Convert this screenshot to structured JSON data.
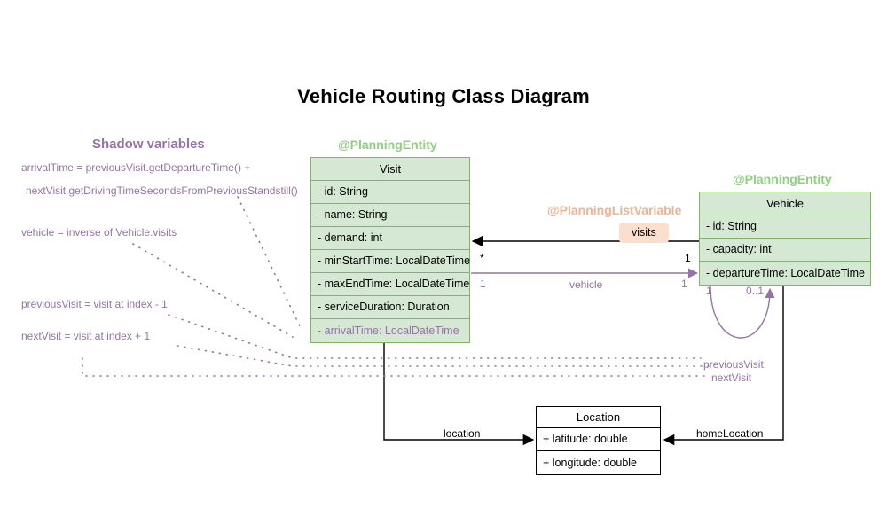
{
  "title": "Vehicle Routing Class Diagram",
  "colors": {
    "entity_fill": "#d5e8d4",
    "entity_border": "#82b366",
    "stereotype_green": "#8fcf7f",
    "stereotype_orange": "#f0b293",
    "shadow_purple": "#9673a6",
    "badge_fill": "#fae0cc",
    "plain_border": "#000000"
  },
  "shadow_section": {
    "heading": "Shadow variables",
    "notes": [
      "arrivalTime = previousVisit.getDepartureTime() +",
      "nextVisit.getDrivingTimeSecondsFromPreviousStandstill()",
      "vehicle = inverse of Vehicle.visits",
      "previousVisit = visit at index - 1",
      "nextVisit = visit at index + 1"
    ]
  },
  "classes": {
    "visit": {
      "stereotype": "@PlanningEntity",
      "name": "Visit",
      "attributes": [
        {
          "text": "- id: String",
          "shadow": false
        },
        {
          "text": "- name: String",
          "shadow": false
        },
        {
          "text": "- demand: int",
          "shadow": false
        },
        {
          "text": "- minStartTime: LocalDateTime",
          "shadow": false
        },
        {
          "text": "- maxEndTime: LocalDateTime",
          "shadow": false
        },
        {
          "text": "- serviceDuration: Duration",
          "shadow": false
        },
        {
          "text": "- arrivalTime: LocalDateTime",
          "shadow": true
        }
      ]
    },
    "vehicle": {
      "stereotype": "@PlanningEntity",
      "name": "Vehicle",
      "attributes": [
        {
          "text": "- id: String",
          "shadow": false
        },
        {
          "text": "- capacity: int",
          "shadow": false
        },
        {
          "text": "- departureTime: LocalDateTime",
          "shadow": false
        }
      ]
    },
    "location": {
      "name": "Location",
      "attributes": [
        {
          "text": "+ latitude: double",
          "shadow": false
        },
        {
          "text": "+ longitude: double",
          "shadow": false
        }
      ]
    }
  },
  "associations": {
    "visits": {
      "stereotype": "@PlanningListVariable",
      "badge": "visits",
      "source_multiplicity": "1",
      "target_multiplicity": "*"
    },
    "vehicle": {
      "label": "vehicle",
      "source_multiplicity": "1",
      "target_multiplicity": "1"
    },
    "self_loop": {
      "left_multiplicity": "1",
      "right_multiplicity": "0..1"
    },
    "previous_visit": {
      "label": "previousVisit"
    },
    "next_visit": {
      "label": "nextVisit"
    },
    "location": {
      "label": "location"
    },
    "home_location": {
      "label": "homeLocation"
    }
  }
}
